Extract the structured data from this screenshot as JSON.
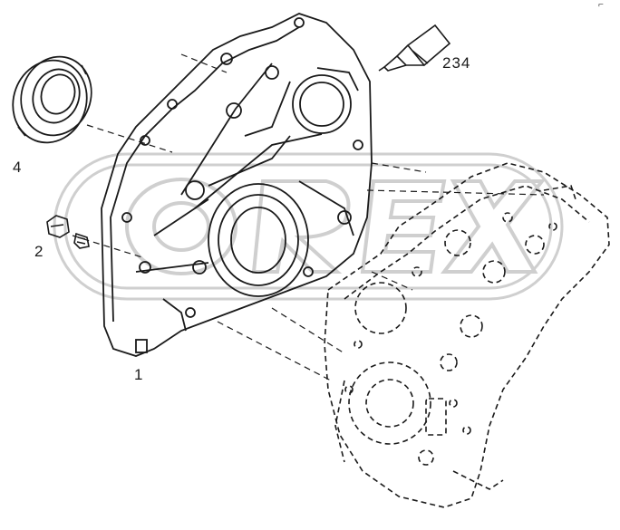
{
  "callouts": {
    "part_1": "1",
    "part_2": "2",
    "part_4": "4",
    "part_234": "234"
  },
  "corner_mark": "⌐",
  "watermark": "OREX",
  "colors": {
    "line": "#1a1a1a",
    "watermark": "#cfcfcf",
    "background": "#ffffff"
  }
}
